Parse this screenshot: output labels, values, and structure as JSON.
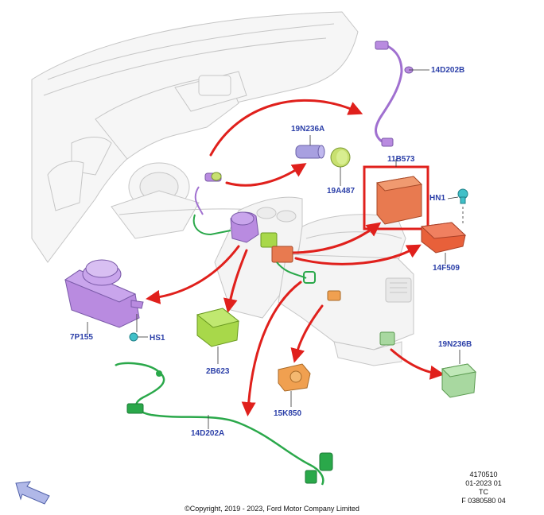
{
  "labels": {
    "p14D202B": "14D202B",
    "p19N236A": "19N236A",
    "p11B573": "11B573",
    "p19A487": "19A487",
    "pHN1": "HN1",
    "p14F509": "14F509",
    "p7P155": "7P155",
    "pHS1": "HS1",
    "p2B623": "2B623",
    "p19N236B": "19N236B",
    "p15K850": "15K850",
    "p14D202A": "14D202A"
  },
  "reference": {
    "line1": "4170510",
    "line2": "01-2023 01",
    "line3": "TC",
    "line4": "F 0380580 04"
  },
  "copyright": "©Copyright, 2019 - 2023, Ford Motor Company Limited",
  "colors": {
    "arrow": "#e0201c",
    "label": "#2b3fa8",
    "highlight": "#e0201c",
    "purple_part": "#b98be0",
    "green_part": "#a8d84a",
    "orange_part": "#e87a50",
    "orange_small": "#f0a050",
    "wire_green": "#2aa84a",
    "wire_purple": "#a070d0",
    "teal_fastener": "#40c0c8",
    "mint_part": "#a8d8a0",
    "outline_grey": "#c8c8c8"
  },
  "icons": {
    "nav_arrow": "back-arrow-icon"
  }
}
